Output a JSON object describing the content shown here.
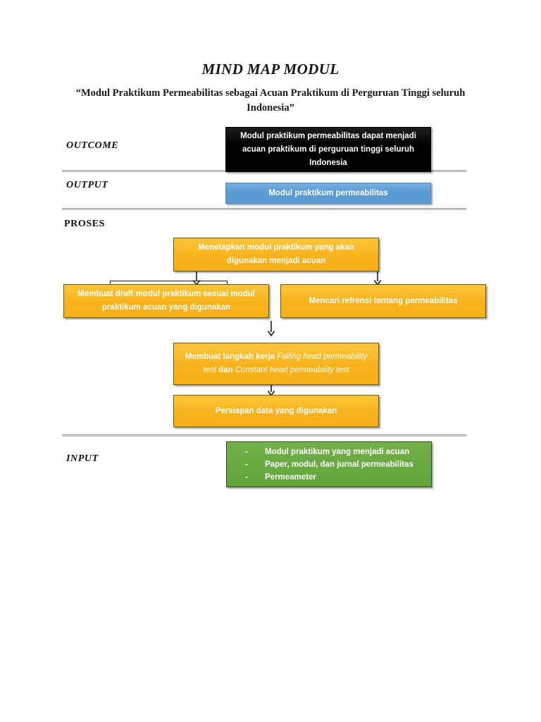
{
  "document": {
    "title": "MIND MAP MODUL",
    "subtitle": "“Modul Praktikum Permeabilitas sebagai Acuan Praktikum di Perguruan Tinggi seluruh Indonesia”"
  },
  "sections": {
    "outcome_label": "OUTCOME",
    "output_label": "OUTPUT",
    "proses_label": "PROSES",
    "input_label": "INPUT"
  },
  "outcome": {
    "text": "Modul praktikum permeabilitas dapat menjadi acuan praktikum di perguruan tinggi seluruh Indonesia",
    "color": "#000000",
    "text_color": "#ffffff"
  },
  "output": {
    "text": "Modul praktikum permeabilitas",
    "color": "#5b9bd5",
    "text_color": "#ffffff"
  },
  "proses": {
    "color": "#f9b21c",
    "text_color": "#ffffff",
    "steps": [
      {
        "id": "step-1",
        "text": "Menetapkan modul praktikum yang akan digunakan menjadi acuan"
      },
      {
        "id": "step-2",
        "text": "Membuat draft modul praktikum sesuai modul praktikum acuan yang digunakan"
      },
      {
        "id": "step-3",
        "text": "Mencari refrensi tentang permeabilitas"
      },
      {
        "id": "step-4",
        "text": "Membuat langkah kerja Falling head permeability test dan Constant head permeability test",
        "segments": [
          {
            "text": "Membuat langkah kerja ",
            "italic": false
          },
          {
            "text": "Falling head permeability test ",
            "italic": true
          },
          {
            "text": "dan ",
            "italic": false
          },
          {
            "text": "Constant head permeability test",
            "italic": true
          }
        ]
      },
      {
        "id": "step-5",
        "text": "Persiapan data yang digunakan"
      }
    ]
  },
  "input": {
    "color": "#62a43c",
    "text_color": "#ffffff",
    "bullet": "-",
    "items": [
      "Modul praktikum yang menjadi acuan",
      "Paper, modul, dan jurnal permeabilitas",
      "Permeameter"
    ]
  },
  "rules": {
    "color": "#9c9c9c",
    "count": 3
  }
}
